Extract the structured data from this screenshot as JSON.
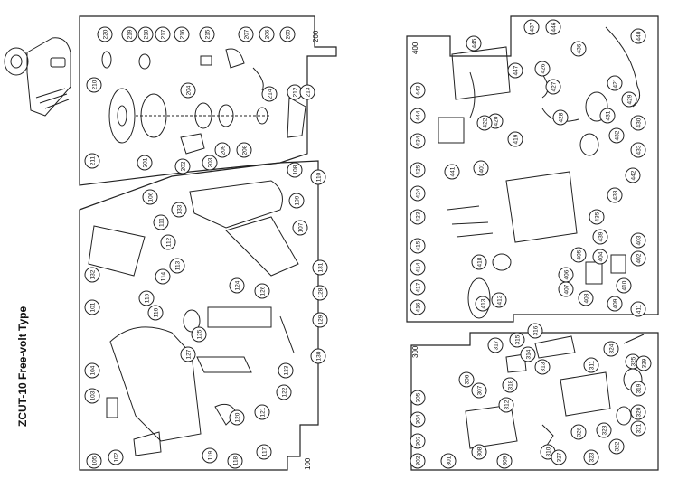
{
  "diagram": {
    "side_title": "ZCUT-10 Free-volt Type",
    "groups": [
      {
        "id": "group-200",
        "label": "200",
        "refs": [
          "220",
          "219",
          "218",
          "217",
          "216",
          "215",
          "207",
          "206",
          "205",
          "204",
          "203",
          "202",
          "201",
          "210",
          "209",
          "208",
          "211",
          "212",
          "213",
          "214"
        ]
      },
      {
        "id": "group-100",
        "label": "100",
        "refs": [
          "106",
          "108",
          "109",
          "110",
          "111",
          "112",
          "113",
          "114",
          "115",
          "116",
          "117",
          "118",
          "119",
          "120",
          "121",
          "122",
          "123",
          "124",
          "125",
          "126",
          "127",
          "128",
          "129",
          "130",
          "131",
          "132",
          "133",
          "107",
          "101",
          "102",
          "103",
          "104",
          "105"
        ]
      },
      {
        "id": "group-400",
        "label": "400",
        "refs": [
          "401",
          "402",
          "403",
          "404",
          "405",
          "406",
          "407",
          "408",
          "409",
          "410",
          "411",
          "412",
          "413",
          "414",
          "415",
          "416",
          "417",
          "418",
          "419",
          "420",
          "421",
          "422",
          "423",
          "424",
          "425",
          "426",
          "427",
          "428",
          "429",
          "430",
          "431",
          "432",
          "433",
          "434",
          "435",
          "436",
          "437",
          "438",
          "439",
          "440",
          "441",
          "442",
          "443",
          "444",
          "445",
          "446",
          "447"
        ]
      },
      {
        "id": "group-300",
        "label": "300",
        "refs": [
          "301",
          "302",
          "303",
          "304",
          "305",
          "306",
          "307",
          "308",
          "309",
          "310",
          "311",
          "312",
          "313",
          "314",
          "315",
          "316",
          "317",
          "318",
          "319",
          "320",
          "321",
          "322",
          "323",
          "324",
          "325",
          "326",
          "327",
          "328",
          "329"
        ]
      }
    ]
  }
}
